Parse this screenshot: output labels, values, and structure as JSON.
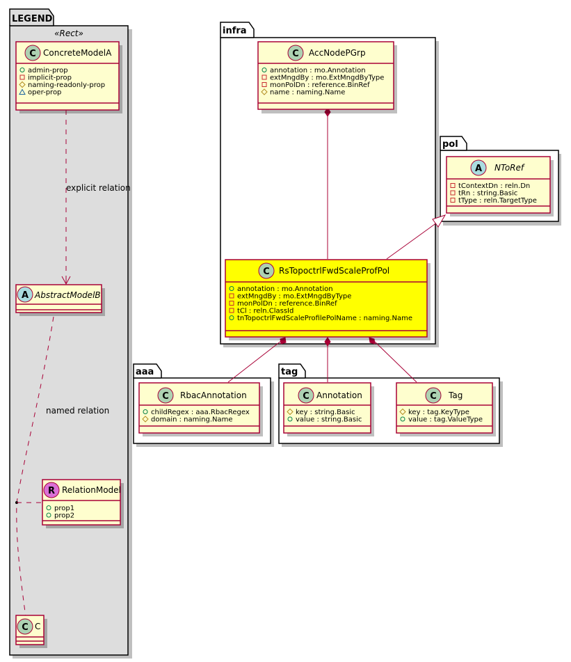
{
  "colors": {
    "class_fill": "#fefece",
    "class_border": "#a80036",
    "highlight_fill": "#ffff00",
    "legend_bg": "#dddddd",
    "badge_class": "#add1b2",
    "badge_abstract": "#a9dcdf",
    "badge_relation": "#da70d6",
    "vis_public": "#038048",
    "vis_private": "#c82930",
    "vis_protected": "#b38d22",
    "vis_package": "#1963a0"
  },
  "packages": {
    "legend": {
      "title": "LEGEND",
      "stereotype": "«Rect»"
    },
    "infra": {
      "title": "infra"
    },
    "pol": {
      "title": "pol"
    },
    "aaa": {
      "title": "aaa"
    },
    "tag": {
      "title": "tag"
    }
  },
  "legend": {
    "concrete": {
      "badge": "C",
      "name": "ConcreteModelA",
      "attributes": [
        {
          "vis": "public",
          "text": "admin-prop"
        },
        {
          "vis": "private",
          "text": "implicit-prop"
        },
        {
          "vis": "protected",
          "text": "naming-readonly-prop"
        },
        {
          "vis": "package",
          "text": "oper-prop"
        }
      ]
    },
    "abstract": {
      "badge": "A",
      "name": "AbstractModelB"
    },
    "relation": {
      "badge": "R",
      "name": "RelationModel",
      "attributes": [
        {
          "vis": "public",
          "text": "prop1"
        },
        {
          "vis": "public",
          "text": "prop2"
        }
      ]
    },
    "c": {
      "badge": "C",
      "name": "C"
    },
    "explicit_label": "explicit relation",
    "named_label": "named relation"
  },
  "classes": {
    "accnodepgrp": {
      "badge": "C",
      "name": "AccNodePGrp",
      "attributes": [
        {
          "vis": "public",
          "text": "annotation : mo.Annotation"
        },
        {
          "vis": "private",
          "text": "extMngdBy : mo.ExtMngdByType"
        },
        {
          "vis": "private",
          "text": "monPolDn : reference.BinRef"
        },
        {
          "vis": "protected",
          "text": "name : naming.Name"
        }
      ]
    },
    "ntoref": {
      "badge": "A",
      "name": "NToRef",
      "attributes": [
        {
          "vis": "private",
          "text": "tContextDn : reln.Dn"
        },
        {
          "vis": "private",
          "text": "tRn : string.Basic"
        },
        {
          "vis": "private",
          "text": "tType : reln.TargetType"
        }
      ]
    },
    "rstopo": {
      "badge": "C",
      "name": "RsTopoctrlFwdScaleProfPol",
      "attributes": [
        {
          "vis": "public",
          "text": "annotation : mo.Annotation"
        },
        {
          "vis": "private",
          "text": "extMngdBy : mo.ExtMngdByType"
        },
        {
          "vis": "private",
          "text": "monPolDn : reference.BinRef"
        },
        {
          "vis": "private",
          "text": "tCl : reln.ClassId"
        },
        {
          "vis": "public",
          "text": "tnTopoctrlFwdScaleProfilePolName : naming.Name"
        }
      ]
    },
    "rbac": {
      "badge": "C",
      "name": "RbacAnnotation",
      "attributes": [
        {
          "vis": "public",
          "text": "childRegex : aaa.RbacRegex"
        },
        {
          "vis": "protected",
          "text": "domain : naming.Name"
        }
      ]
    },
    "annotation": {
      "badge": "C",
      "name": "Annotation",
      "attributes": [
        {
          "vis": "protected",
          "text": "key : string.Basic"
        },
        {
          "vis": "public",
          "text": "value : string.Basic"
        }
      ]
    },
    "tag": {
      "badge": "C",
      "name": "Tag",
      "attributes": [
        {
          "vis": "protected",
          "text": "key : tag.KeyType"
        },
        {
          "vis": "public",
          "text": "value : tag.ValueType"
        }
      ]
    }
  }
}
